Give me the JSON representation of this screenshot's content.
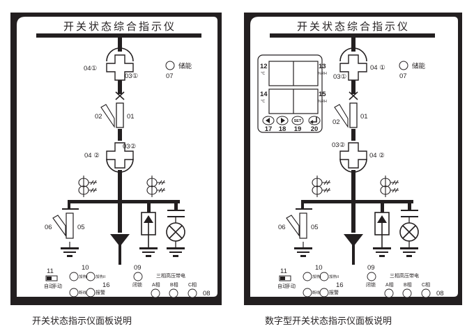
{
  "panels": [
    {
      "title": "开关状态综合指示仪",
      "caption": "开关状态指示仪面板说明",
      "labels": {
        "upper_disconnect_left": "04①",
        "upper_disconnect_right": "03①",
        "storage_led": "储能",
        "storage_num": "07",
        "breaker": "01",
        "breaker_aux": "02",
        "lower_disconnect_right": "03②",
        "lower_disconnect_left": "04 ②",
        "earth_switch": "05",
        "earth_switch_aux": "06",
        "mode_num": "11",
        "mode_auto": "自动",
        "mode_manual": "手动",
        "heater_num": "10",
        "heater1": "加热I",
        "heater2": "加热II",
        "broken_line": "断线",
        "alarm_num": "16",
        "alarm": "报警",
        "lock_num": "09",
        "lock": "闭锁",
        "hv_title": "三相高压带电",
        "phase_a": "A相",
        "phase_b": "B相",
        "phase_c": "C相",
        "hv_num": "08"
      }
    },
    {
      "title": "开关状态综合指示仪",
      "caption": "数字型开关状态指示仪面板说明",
      "labels": {
        "upper_disconnect_left": "03①",
        "upper_disconnect_right": "04 ①",
        "storage_led": "储能",
        "storage_num": "07",
        "breaker": "01",
        "breaker_aux": "02",
        "lower_disconnect_right": "04 ②",
        "lower_disconnect_left": "03②",
        "earth_switch": "05",
        "earth_switch_aux": "06",
        "mode_num": "11",
        "mode_auto": "自动",
        "mode_manual": "手动",
        "heater_num": "10",
        "heater1": "加热I",
        "heater2": "加热II",
        "broken_line": "断线",
        "alarm_num": "16",
        "alarm": "报警",
        "lock_num": "09",
        "lock": "闭锁",
        "hv_title": "三相高压带电",
        "phase_a": "A相",
        "phase_b": "B相",
        "phase_c": "C相",
        "hv_num": "08"
      },
      "digital_display": {
        "temp1_num": "12",
        "temp1_unit": "℃",
        "hum1_num": "13",
        "hum1_unit": "%RH",
        "temp2_num": "14",
        "temp2_unit": "℃",
        "hum2_num": "15",
        "hum2_unit": "%RH",
        "buttons": [
          {
            "icon": "left-arrow",
            "num": "17"
          },
          {
            "icon": "right-arrow",
            "num": "18"
          },
          {
            "icon": "set",
            "label": "SET",
            "num": "19"
          },
          {
            "icon": "enter",
            "num": "20"
          }
        ]
      }
    }
  ]
}
